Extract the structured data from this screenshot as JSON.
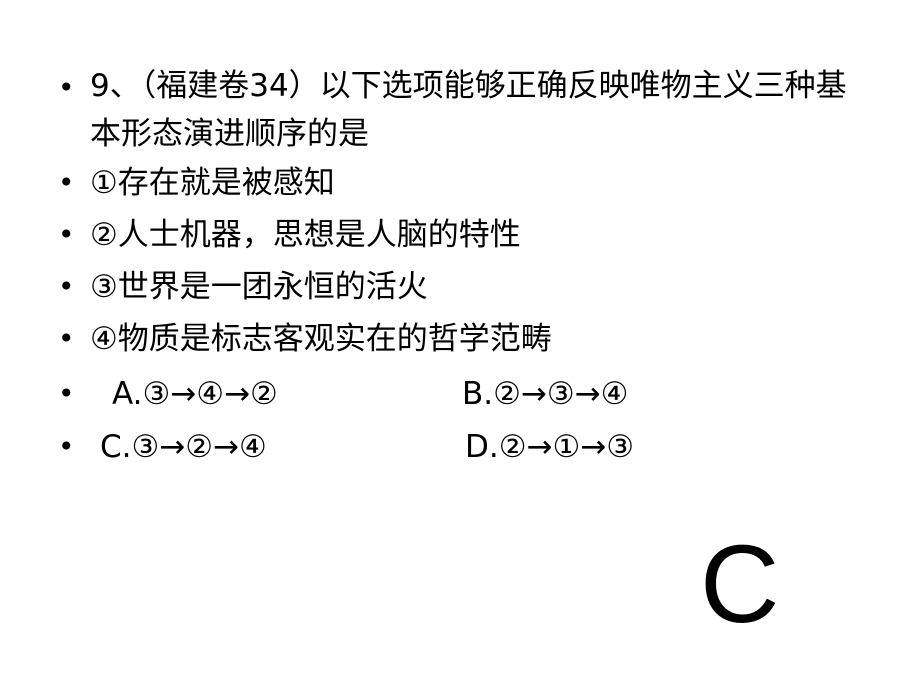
{
  "question": {
    "stem": "9、（福建卷34）以下选项能够正确反映唯物主义三种基本形态演进顺序的是",
    "statements": [
      "①存在就是被感知",
      "②人士机器，思想是人脑的特性",
      "③世界是一团永恒的活火",
      "④物质是标志客观实在的哲学范畴"
    ],
    "options": {
      "a": "A.③→④→②",
      "b": "B.②→③→④",
      "c": "C.③→②→④",
      "d": "D.②→①→③"
    }
  },
  "answer": "C",
  "bullet_glyph": "•"
}
